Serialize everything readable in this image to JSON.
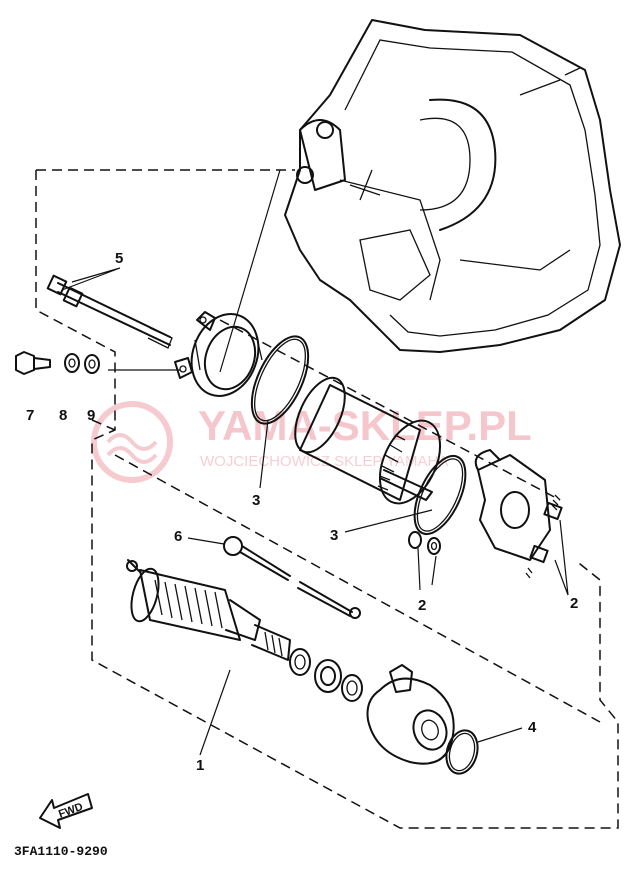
{
  "callouts": [
    {
      "id": "1",
      "text": "1"
    },
    {
      "id": "2a",
      "text": "2"
    },
    {
      "id": "2b",
      "text": "2"
    },
    {
      "id": "3a",
      "text": "3"
    },
    {
      "id": "3b",
      "text": "3"
    },
    {
      "id": "4",
      "text": "4"
    },
    {
      "id": "5",
      "text": "5"
    },
    {
      "id": "6",
      "text": "6"
    },
    {
      "id": "7",
      "text": "7"
    },
    {
      "id": "8",
      "text": "8"
    },
    {
      "id": "9",
      "text": "9"
    }
  ],
  "diagram_code": "3FA1110-9290",
  "fwd_label": "FWD",
  "watermark": {
    "main": "YAMA-SKLEP.PL",
    "sub": "WOJCIECHOWICZ SKLEP YAMAHA"
  },
  "colors": {
    "line": "#111111",
    "watermark": "#f2b5bb"
  }
}
